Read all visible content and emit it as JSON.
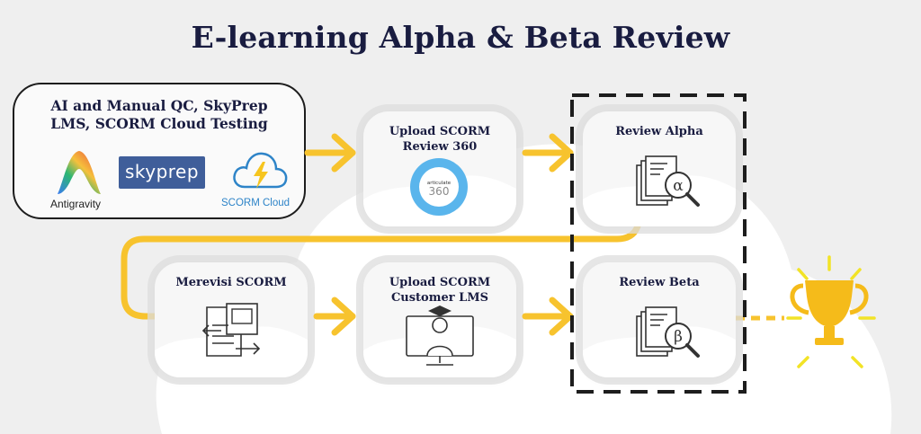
{
  "title": "E-learning Alpha & Beta Review",
  "qc": {
    "title_line1": "AI and Manual QC, SkyPrep",
    "title_line2": "LMS, SCORM Cloud Testing",
    "antigravity_label": "Antigravity",
    "skyprep_label": "skyprep",
    "scorm_cloud_label": "SCORM Cloud"
  },
  "steps": {
    "upload_review": {
      "line1": "Upload SCORM",
      "line2": "Review 360",
      "badge_top": "articulate",
      "badge_num": "360"
    },
    "review_alpha": {
      "label": "Review Alpha",
      "glyph": "α"
    },
    "merevisi": {
      "label": "Merevisi SCORM"
    },
    "upload_lms": {
      "line1": "Upload SCORM",
      "line2": "Customer LMS"
    },
    "review_beta": {
      "label": "Review Beta",
      "glyph": "β"
    }
  },
  "colors": {
    "accent": "#f7c32e",
    "title": "#191c40",
    "trophy": "#f5bb1a",
    "rays": "#f2e326",
    "skyprep_bg": "#3f5e9a",
    "scorm_blue": "#2e84c8"
  },
  "icons": [
    "antigravity-logo",
    "skyprep-logo",
    "scorm-cloud-logo",
    "review360-badge",
    "document-magnifier-icon",
    "document-revise-icon",
    "graduate-monitor-icon",
    "trophy-icon"
  ]
}
